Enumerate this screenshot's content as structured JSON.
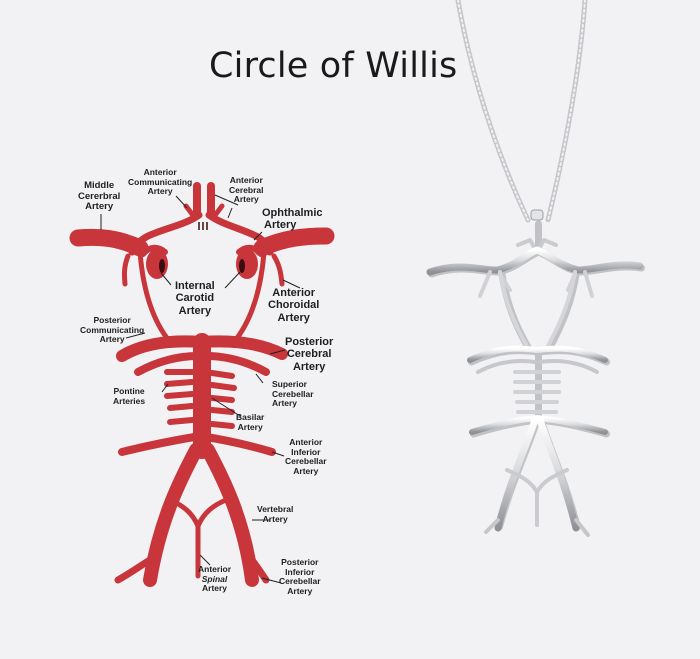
{
  "title": "Circle of Willis",
  "colors": {
    "background": "#f2f2f4",
    "artery_red": "#c8363c",
    "artery_dark": "#6e1518",
    "label_text": "#1e1e1e",
    "silver": "#d9dadc",
    "silver_shadow": "#8d8f93"
  },
  "diagram": {
    "labels": {
      "middle_cerebral": [
        "Middle",
        "Cererbral",
        "Artery"
      ],
      "anterior_communicating": [
        "Anterior",
        "Communicating",
        "Artery"
      ],
      "anterior_cerebral": [
        "Anterior",
        "Cerebral",
        "Artery"
      ],
      "ophthalmic": [
        "Ophthalmic",
        "Artery"
      ],
      "internal_carotid": [
        "Internal",
        "Carotid",
        "Artery"
      ],
      "anterior_choroidal": [
        "Anterior",
        "Choroidal",
        "Artery"
      ],
      "posterior_communicating": [
        "Posterior",
        "Communicating",
        "Artery"
      ],
      "posterior_cerebral": [
        "Posterior",
        "Cerebral",
        "Artery"
      ],
      "pontine": [
        "Pontine",
        "Arteries"
      ],
      "superior_cerebellar": [
        "Superior",
        "Cerebellar",
        "Artery"
      ],
      "basilar": [
        "Basilar",
        "Artery"
      ],
      "anterior_inferior_cerebellar": [
        "Anterior",
        "Inferior",
        "Cerebellar",
        "Artery"
      ],
      "vertebral": [
        "Vertebral",
        "Artery"
      ],
      "anterior_spinal": [
        "Anterior",
        "Spinal",
        "Artery"
      ],
      "posterior_inferior_cerebellar": [
        "Posterior",
        "Inferior",
        "Cerebellar",
        "Artery"
      ]
    }
  },
  "photo": {
    "subject": "silver Circle of Willis pendant necklace on chain"
  }
}
